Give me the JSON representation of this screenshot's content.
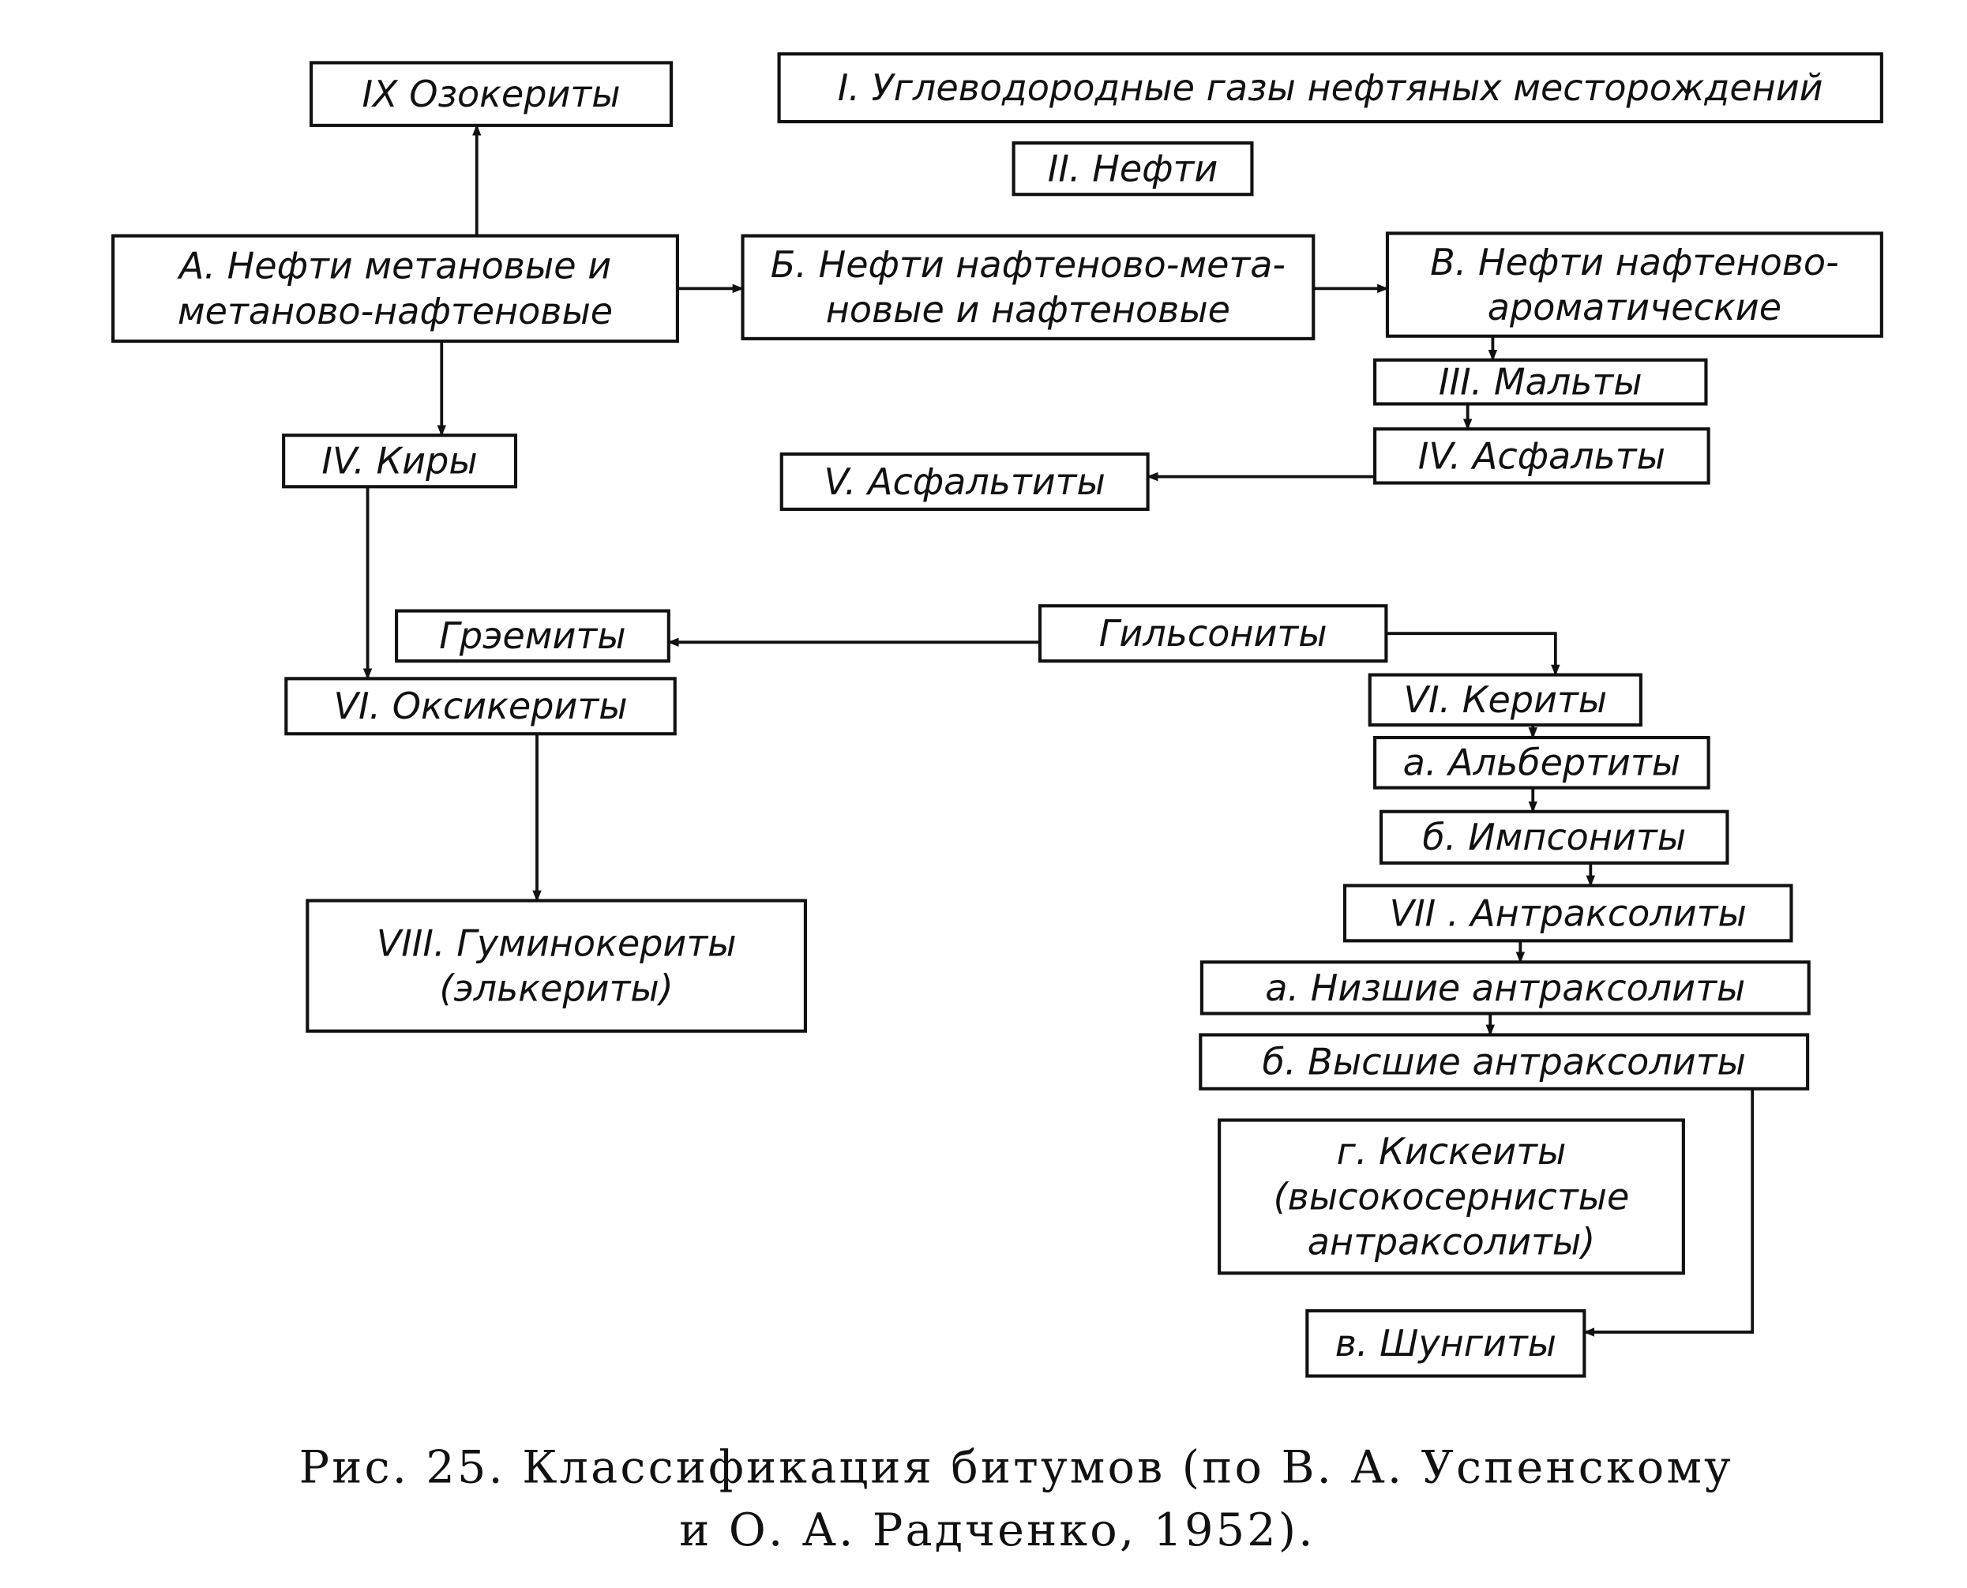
{
  "diagram": {
    "nodes": [
      {
        "id": "ix",
        "lines": [
          "IX Озокериты"
        ]
      },
      {
        "id": "i",
        "lines": [
          "I. Углеводородные газы нефтяных месторождений"
        ]
      },
      {
        "id": "ii",
        "lines": [
          "II. Нефти"
        ]
      },
      {
        "id": "a",
        "lines": [
          "А. Нефти метановые и",
          "метаново-нафтеновые"
        ]
      },
      {
        "id": "b",
        "lines": [
          "Б. Нефти нафтеново-мета-",
          "новые и нафтеновые"
        ]
      },
      {
        "id": "v",
        "lines": [
          "В. Нефти нафтеново-",
          "ароматические"
        ]
      },
      {
        "id": "iii",
        "lines": [
          "III. Мальты"
        ]
      },
      {
        "id": "iv_asf",
        "lines": [
          "IV. Асфальты"
        ]
      },
      {
        "id": "v_asf",
        "lines": [
          "V. Асфальтиты"
        ]
      },
      {
        "id": "iv_kiry",
        "lines": [
          "IV. Киры"
        ]
      },
      {
        "id": "grem",
        "lines": [
          "Грэемиты"
        ]
      },
      {
        "id": "gils",
        "lines": [
          "Гильсониты"
        ]
      },
      {
        "id": "vi_oks",
        "lines": [
          "VI. Оксикериты"
        ]
      },
      {
        "id": "vi_ker",
        "lines": [
          "VI. Кериты"
        ]
      },
      {
        "id": "alb",
        "lines": [
          "а. Альбертиты"
        ]
      },
      {
        "id": "imp",
        "lines": [
          "б. Импсониты"
        ]
      },
      {
        "id": "vii",
        "lines": [
          "VII . Антраксолиты"
        ]
      },
      {
        "id": "low",
        "lines": [
          "а. Низшие антраксолиты"
        ]
      },
      {
        "id": "high",
        "lines": [
          "б. Высшие антраксолиты"
        ]
      },
      {
        "id": "kisk",
        "lines": [
          "г. Кискеиты",
          "(высокосернистые",
          "антраксолиты)"
        ]
      },
      {
        "id": "shung",
        "lines": [
          "в. Шунгиты"
        ]
      },
      {
        "id": "viii",
        "lines": [
          "VIII. Гуминокериты",
          "(элькериты)"
        ]
      }
    ],
    "edges": [
      {
        "from": "a",
        "to": "ix"
      },
      {
        "from": "a",
        "to": "b"
      },
      {
        "from": "b",
        "to": "v"
      },
      {
        "from": "v",
        "to": "iii"
      },
      {
        "from": "iii",
        "to": "iv_asf"
      },
      {
        "from": "iv_asf",
        "to": "v_asf"
      },
      {
        "from": "a",
        "to": "iv_kiry"
      },
      {
        "from": "iv_kiry",
        "to": "vi_oks"
      },
      {
        "from": "gils",
        "to": "grem"
      },
      {
        "from": "gils",
        "to": "vi_ker"
      },
      {
        "from": "vi_ker",
        "to": "alb"
      },
      {
        "from": "alb",
        "to": "imp"
      },
      {
        "from": "imp",
        "to": "vii"
      },
      {
        "from": "vii",
        "to": "low"
      },
      {
        "from": "low",
        "to": "high"
      },
      {
        "from": "vi_oks",
        "to": "viii"
      },
      {
        "from": "high",
        "to": "shung"
      }
    ]
  },
  "caption": {
    "line1": "Рис.  25.  Классификация  битумов  (по  В.  А.  Успенскому",
    "line2": "и  О.  А.  Радченко,  1952)."
  }
}
